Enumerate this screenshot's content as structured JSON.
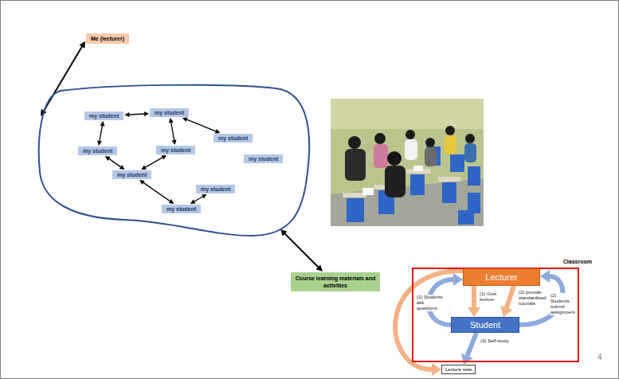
{
  "diagram": {
    "nodes": [
      {
        "text": [
          "Me (lecturer)"
        ]
      },
      {
        "text": []
      },
      {
        "text": [
          "my student"
        ],
        "in": 1
      },
      {
        "text": [
          "my student"
        ],
        "in": 1
      },
      {
        "text": [
          "my student"
        ],
        "in": 1
      },
      {
        "text": [
          "my student"
        ],
        "in": 1
      },
      {
        "text": [
          "my student"
        ],
        "in": 1
      },
      {
        "text": [
          "my student"
        ],
        "in": 1
      },
      {
        "text": [
          "my student"
        ],
        "in": 1
      },
      {
        "text": [
          "my student"
        ],
        "in": 1
      },
      {
        "text": [
          "my student"
        ],
        "in": 1
      },
      {
        "text": [
          "Course learning materials and activities"
        ]
      },
      {
        "text": [
          "Classroom"
        ]
      },
      {
        "text": [
          "Lecturer"
        ],
        "in": 12
      },
      {
        "text": [
          "Student"
        ],
        "in": 12
      },
      {
        "text": [
          "Lecture note"
        ]
      }
    ],
    "edges": [
      {
        "from": 0,
        "to": 1,
        "arrow": "both"
      },
      {
        "from": 2,
        "to": 3,
        "arrow": "both"
      },
      {
        "from": 2,
        "to": 5,
        "arrow": "both"
      },
      {
        "from": 3,
        "to": 4,
        "arrow": "both"
      },
      {
        "from": 3,
        "to": 6,
        "arrow": "both"
      },
      {
        "from": 5,
        "to": 8,
        "arrow": "both"
      },
      {
        "from": 8,
        "to": 6,
        "arrow": "both"
      },
      {
        "from": 8,
        "to": 10,
        "arrow": "both"
      },
      {
        "from": 10,
        "to": 9,
        "arrow": "both"
      },
      {
        "from": 1,
        "to": 11,
        "arrow": "both"
      },
      {
        "from": 13,
        "to": 14,
        "label": "(1) Give lecture",
        "arrow": "to"
      },
      {
        "from": 13,
        "to": 14,
        "label": "(2) provide standardised tutorials",
        "arrow": "to"
      },
      {
        "from": 14,
        "to": 13,
        "label": "(1) Students ask questions",
        "arrow": "to"
      },
      {
        "from": 14,
        "to": 13,
        "label": "(2) Students submit assignment",
        "arrow": "to"
      },
      {
        "from": 14,
        "to": 15,
        "label": "(3) Self-study",
        "arrow": "to"
      },
      {
        "from": 13,
        "to": 15,
        "arrow": "to"
      }
    ],
    "labels": [
      "4"
    ]
  }
}
